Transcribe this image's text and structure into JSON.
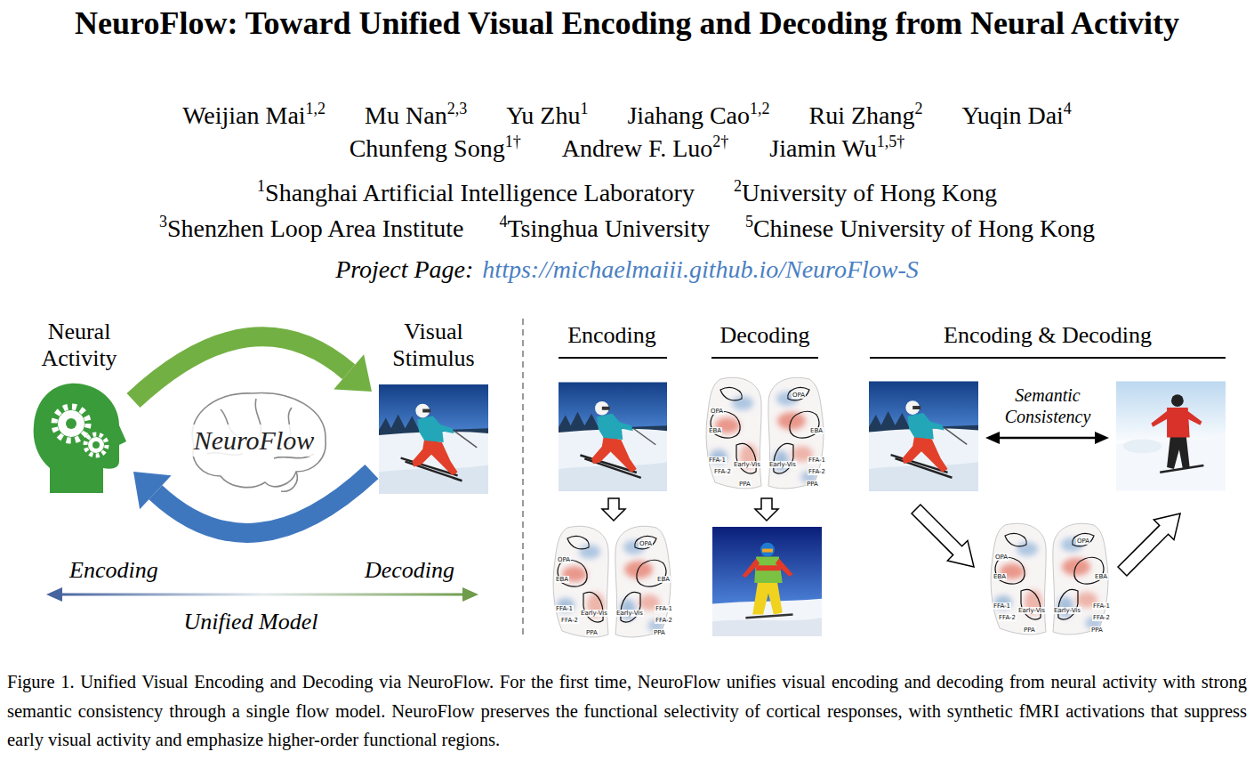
{
  "diagram": {
    "title": "NeuroFlow: Toward Unified Visual Encoding and Decoding from Neural Activity",
    "caption": "Figure 1. Unified Visual Encoding and Decoding via NeuroFlow. For the first time, NeuroFlow unifies visual encoding and decoding from neural activity with strong semantic consistency through a single flow model. NeuroFlow preserves the functional selectivity of cortical responses, with synthetic fMRI activations that suppress early visual activity and emphasize higher-order functional regions.",
    "nodes": [
      {
        "text": [
          "Neural Activity"
        ]
      },
      {
        "text": [
          "NeuroFlow"
        ]
      },
      {
        "text": [
          "Visual Stimulus"
        ]
      }
    ],
    "edges": [
      {
        "from": 0,
        "to": 2,
        "arrow": "to"
      },
      {
        "from": 2,
        "to": 0,
        "arrow": "to"
      }
    ],
    "labels": [
      "Weijian Mai",
      "1,2",
      "Mu Nan",
      "2,3",
      "Yu Zhu",
      "1",
      "Jiahang Cao",
      "1,2",
      "Rui Zhang",
      "2",
      "Yuqin Dai",
      "4",
      "Chunfeng Song",
      "1†",
      "Andrew F. Luo",
      "2†",
      "Jiamin Wu",
      "1,5†",
      "1",
      "Shanghai Artificial Intelligence Laboratory",
      "2",
      "University of Hong Kong",
      "3",
      "Shenzhen Loop Area Institute",
      "4",
      "Tsinghua University",
      "5",
      "Chinese University of Hong Kong",
      "Project Page:",
      "https://michaelmaiii.github.io/NeuroFlow-S",
      "Encoding",
      "Decoding",
      "Unified Model",
      "Encoding",
      "Decoding",
      "Encoding & Decoding",
      "Semantic Consistency",
      "OPA",
      "EBA",
      "FFA-1",
      "FFA-2",
      "Early-Vis",
      "PPA",
      "OPA",
      "EBA",
      "FFA-1",
      "FFA-2",
      "Early-Vis",
      "PPA",
      "OPA",
      "EBA",
      "FFA-1",
      "FFA-2",
      "Early-Vis",
      "PPA",
      "OPA",
      "EBA",
      "FFA-1",
      "FFA-2",
      "Early-Vis",
      "PPA",
      "OPA",
      "EBA",
      "FFA-1",
      "FFA-2",
      "Early-Vis",
      "PPA",
      "OPA",
      "EBA",
      "FFA-1",
      "FFA-2",
      "Early-Vis",
      "PPA"
    ]
  }
}
